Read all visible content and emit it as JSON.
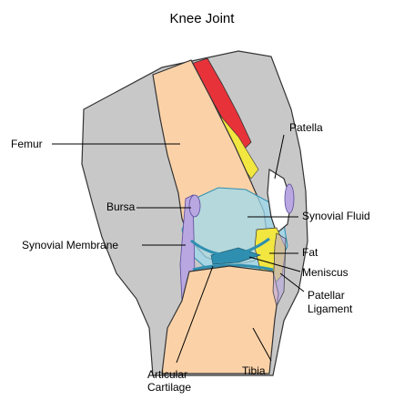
{
  "title": "Knee Joint",
  "labels": {
    "femur": "Femur",
    "patella": "Patella",
    "bursa": "Bursa",
    "synovial_fluid": "Synovial Fluid",
    "synovial_membrane": "Synovial Membrane",
    "fat": "Fat",
    "meniscus": "Meniscus",
    "patellar_ligament_line1": "Patellar",
    "patellar_ligament_line2": "Ligament",
    "tibia": "Tibia",
    "articular_line1": "Articular",
    "articular_line2": "Cartilage"
  },
  "colors": {
    "bone": "#fbd2a8",
    "skin_gray": "#c8c8c8",
    "muscle": "#e8323a",
    "fluid": "#9ed9ee",
    "cartilage": "#2f8fb0",
    "fat": "#f2e640",
    "membrane": "#b8a7e0",
    "patella_fill": "#ffffff"
  }
}
